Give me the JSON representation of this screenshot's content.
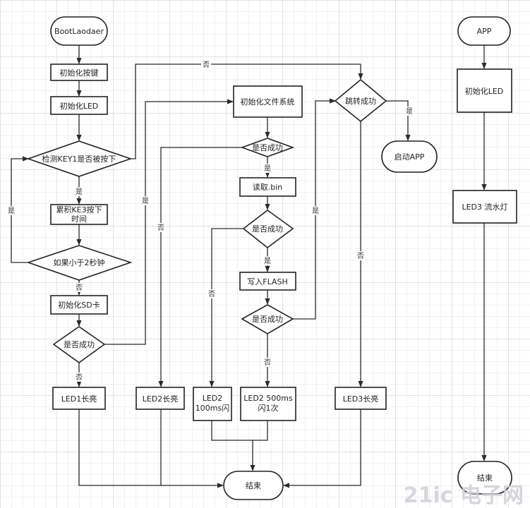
{
  "nodes": {
    "bootloader": "BootLaodaer",
    "init_key": "初始化按键",
    "init_led": "初始化LED",
    "check_key1": "检测KEY1是否被按下",
    "accum_key3": [
      "累积KE3按下",
      "时间"
    ],
    "lt_2s": "如果小于2秒钟",
    "init_sd": "初始化SD卡",
    "sd_ok": "是否成功",
    "led1_on": "LED1长亮",
    "led2_on": "LED2长亮",
    "init_fs": "初始化文件系统",
    "fs_ok": "是否成功",
    "read_bin": "读取.bin",
    "read_ok": "是否成功",
    "write_flash": "写入FLASH",
    "write_ok": "是否成功",
    "led2_100ms": [
      "LED2",
      "100ms闪"
    ],
    "led2_500ms": [
      "LED2 500ms",
      "闪1次"
    ],
    "jump_ok": "跳转成功",
    "start_app": "启动APP",
    "led3_on": "LED3长亮",
    "end": "结束",
    "app": "APP",
    "app_init_led": "初始化LED",
    "app_led3": "LED3 流水灯",
    "app_end": "结束"
  },
  "edge_labels": {
    "check_yes": "是",
    "check_no": "否",
    "loop_yes": "是",
    "lt_no": "否",
    "sd_yes": "是",
    "sd_no": "否",
    "fs_yes": "是",
    "fs_no": "否",
    "read_yes": "是",
    "read_no": "否",
    "write_yes": "是",
    "write_no": "否",
    "jump_yes": "是",
    "jump_no": "否"
  },
  "watermark": "21ic 电子网"
}
